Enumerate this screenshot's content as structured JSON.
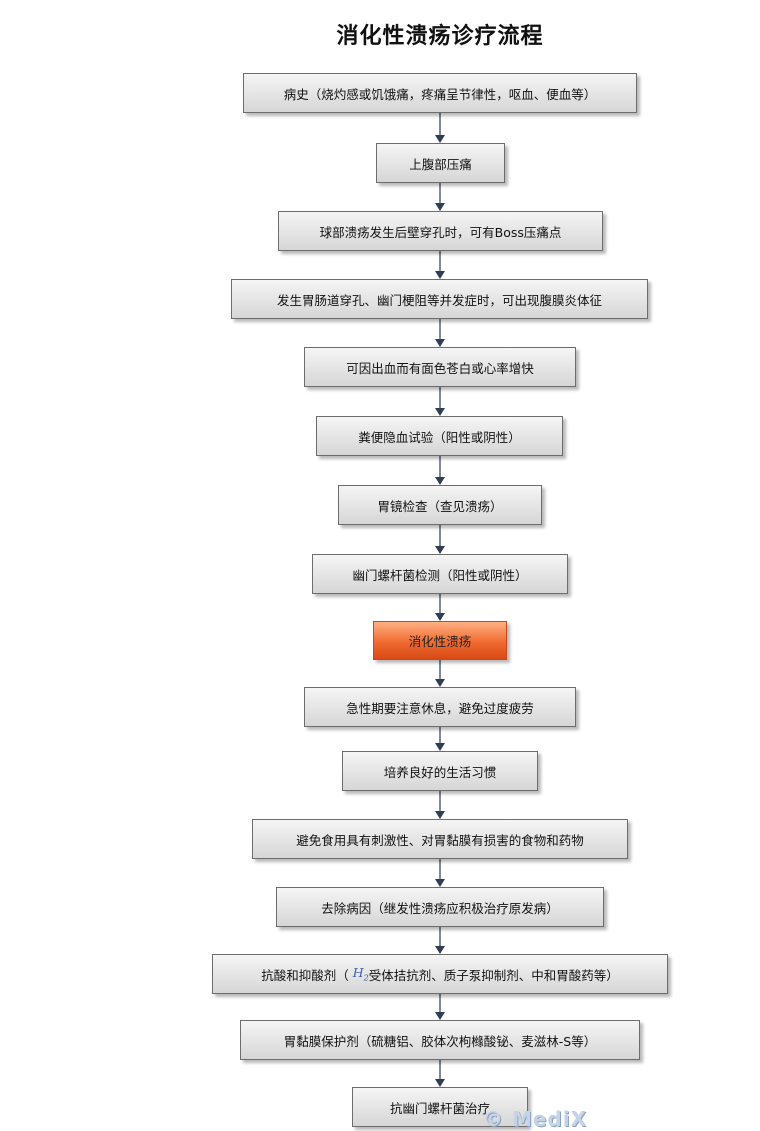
{
  "title": "消化性溃疡诊疗流程",
  "steps": [
    "病史（烧灼感或饥饿痛，疼痛呈节律性，呕血、便血等）",
    "上腹部压痛",
    "球部溃疡发生后壁穿孔时，可有Boss压痛点",
    "发生胃肠道穿孔、幽门梗阻等并发症时，可出现腹膜炎体征",
    "可因出血而有面色苍白或心率增快",
    "粪便隐血试验（阳性或阴性）",
    "胃镜检查（查见溃疡）",
    "幽门螺杆菌检测（阳性或阴性）",
    "消化性溃疡",
    "急性期要注意休息，避免过度疲劳",
    "培养良好的生活习惯",
    "避免食用具有刺激性、对胃黏膜有损害的食物和药物",
    "去除病因（继发性溃疡应积极治疗原发病）",
    "抗酸和抑酸剂（",
    "胃黏膜保护剂（硫糖铝、胶体次枸橼酸铋、麦滋林-S等）",
    "抗幽门螺杆菌治疗"
  ],
  "step14_h": "H",
  "step14_sub": "2",
  "step14_rest": "受体拮抗剂、质子泵抑制剂、中和胃酸药等）",
  "watermark": "© MediX"
}
